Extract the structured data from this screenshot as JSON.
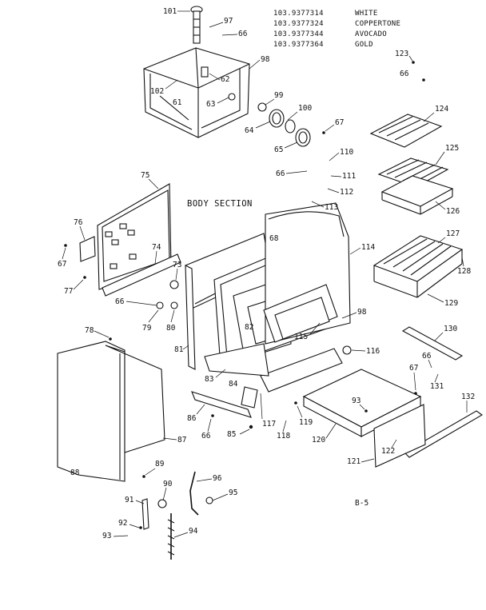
{
  "models": [
    {
      "number": "103.9377314",
      "color": "WHITE"
    },
    {
      "number": "103.9377324",
      "color": "COPPERTONE"
    },
    {
      "number": "103.9377344",
      "color": "AVOCADO"
    },
    {
      "number": "103.9377364",
      "color": "GOLD"
    }
  ],
  "section_title": "BODY SECTION",
  "page_code": "B-5",
  "part_labels": {
    "p101": "101",
    "p97": "97",
    "p66a": "66",
    "p98a": "98",
    "p62": "62",
    "p102": "102",
    "p61": "61",
    "p63": "63",
    "p99": "99",
    "p100": "100",
    "p64": "64",
    "p65": "65",
    "p67a": "67",
    "p123": "123",
    "p66b": "66",
    "p124": "124",
    "p125": "125",
    "p126": "126",
    "p110": "110",
    "p66c": "66",
    "p111": "111",
    "p112": "112",
    "p113": "113",
    "p75": "75",
    "p76": "76",
    "p67b": "67",
    "p77": "77",
    "p74": "74",
    "p73": "73",
    "p66d": "66",
    "p79": "79",
    "p80": "80",
    "p68": "68",
    "p114": "114",
    "p127": "127",
    "p128": "128",
    "p129": "129",
    "p98b": "98",
    "p82": "82",
    "p115": "115",
    "p78": "78",
    "p81": "81",
    "p116": "116",
    "p130": "130",
    "p66e": "66",
    "p67c": "67",
    "p131": "131",
    "p83": "83",
    "p84": "84",
    "p86": "86",
    "p117": "117",
    "p119": "119",
    "p93a": "93",
    "p132": "132",
    "p66f": "66",
    "p85": "85",
    "p118": "118",
    "p120": "120",
    "p87": "87",
    "p122": "122",
    "p121": "121",
    "p88": "88",
    "p89": "89",
    "p96": "96",
    "p90": "90",
    "p95": "95",
    "p91": "91",
    "p92": "92",
    "p93b": "93",
    "p94": "94"
  }
}
